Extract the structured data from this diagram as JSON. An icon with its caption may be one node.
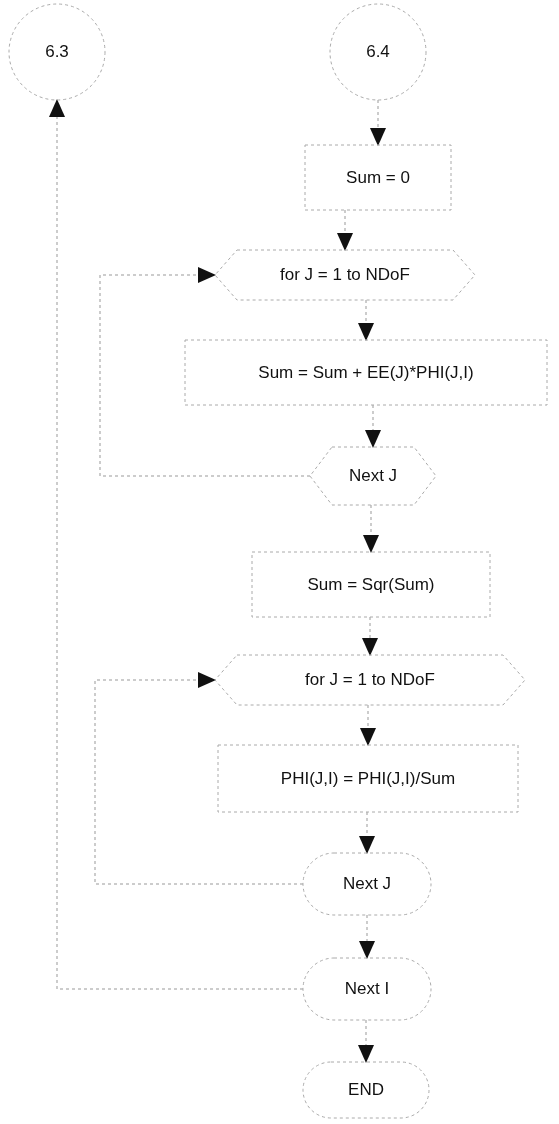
{
  "diagram": {
    "nodes": [
      {
        "text": [
          "6.3"
        ]
      },
      {
        "text": [
          "6.4"
        ]
      },
      {
        "text": [
          "Sum = 0"
        ]
      },
      {
        "text": [
          "for J  = 1 to NDoF"
        ]
      },
      {
        "text": [
          "Sum = Sum + EE(J)*PHI(J,I)"
        ]
      },
      {
        "text": [
          "Next J"
        ]
      },
      {
        "text": [
          "Sum = Sqr(Sum)"
        ]
      },
      {
        "text": [
          "for J  = 1 to NDoF"
        ]
      },
      {
        "text": [
          "PHI(J,I) = PHI(J,I)/Sum"
        ]
      },
      {
        "text": [
          "Next J"
        ]
      },
      {
        "text": [
          "Next I"
        ]
      },
      {
        "text": [
          "END"
        ]
      }
    ],
    "edges": [
      {
        "from": 1,
        "to": 2,
        "arrow": "to"
      },
      {
        "from": 2,
        "to": 3,
        "arrow": "to"
      },
      {
        "from": 3,
        "to": 4,
        "arrow": "to"
      },
      {
        "from": 4,
        "to": 5,
        "arrow": "to"
      },
      {
        "from": 5,
        "to": 3,
        "arrow": "to"
      },
      {
        "from": 5,
        "to": 6,
        "arrow": "to"
      },
      {
        "from": 6,
        "to": 7,
        "arrow": "to"
      },
      {
        "from": 7,
        "to": 8,
        "arrow": "to"
      },
      {
        "from": 8,
        "to": 9,
        "arrow": "to"
      },
      {
        "from": 9,
        "to": 7,
        "arrow": "to"
      },
      {
        "from": 9,
        "to": 10,
        "arrow": "to"
      },
      {
        "from": 10,
        "to": 0,
        "arrow": "to"
      },
      {
        "from": 10,
        "to": 11,
        "arrow": "to"
      }
    ]
  }
}
